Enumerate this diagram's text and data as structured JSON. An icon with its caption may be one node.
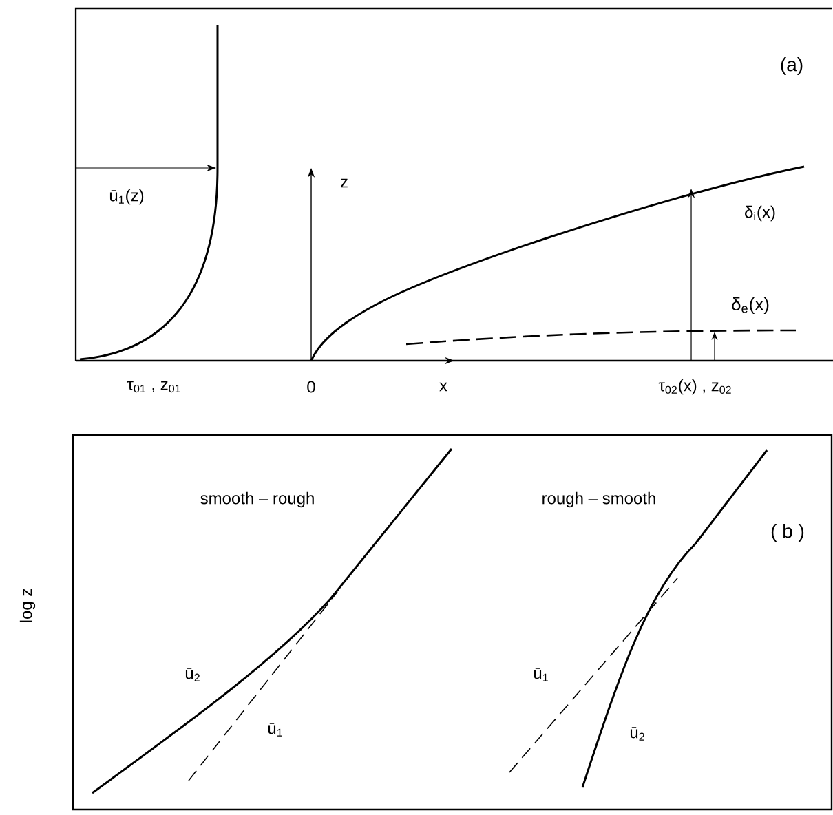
{
  "diagram": {
    "labels": [
      "(a)",
      "z",
      "ū$_{1}$(z)",
      "δ$_{i}$(x)",
      "δ$_{e}$(x)",
      "τ$_{01}$  ,  z$_{01}$",
      "0",
      "x",
      "τ$_{02}$(x)  ,  z$_{02}$",
      "smooth – rough",
      "rough – smooth",
      "( b )",
      "log  z",
      "ū$_{2}$",
      "ū$_{1}$",
      "ū$_{1}$",
      "ū$_{2}$"
    ]
  }
}
